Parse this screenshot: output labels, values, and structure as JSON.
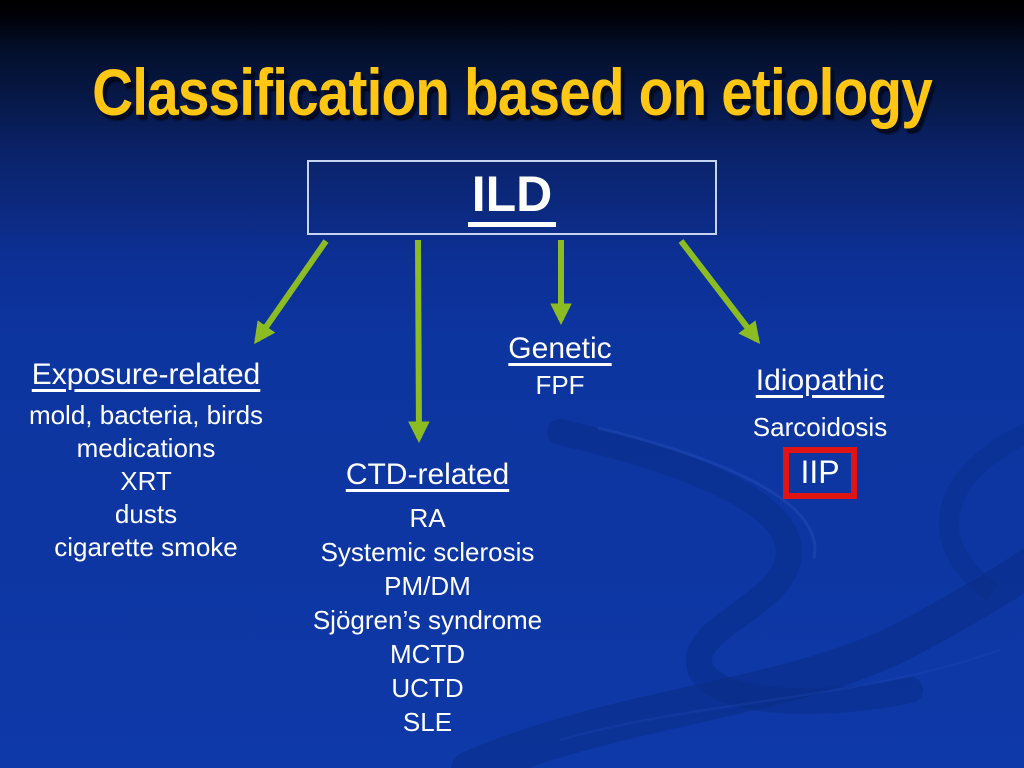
{
  "slide": {
    "title": "Classification based on etiology",
    "root": {
      "label": "ILD"
    },
    "branches": [
      {
        "id": "exposure",
        "heading": "Exposure-related",
        "items": [
          "mold, bacteria, birds",
          "medications",
          "XRT",
          "dusts",
          "cigarette smoke"
        ]
      },
      {
        "id": "ctd",
        "heading": "CTD-related",
        "items": [
          "RA",
          "Systemic sclerosis",
          "PM/DM",
          "Sjögren’s syndrome",
          "MCTD",
          "UCTD",
          "SLE"
        ]
      },
      {
        "id": "genetic",
        "heading": "Genetic",
        "items": [
          "FPF"
        ]
      },
      {
        "id": "idiopathic",
        "heading": "Idiopathic",
        "items": [
          "Sarcoidosis"
        ],
        "highlighted_item": "IIP"
      }
    ],
    "colors": {
      "title_text": "#FFC613",
      "arrow_green": "#8BBD22",
      "highlight_box_red": "#E11414",
      "body_text": "#FFFFFF",
      "node_border": "#C6D4F0",
      "background_top": "#000003",
      "background_main": "#0D35A0"
    }
  }
}
